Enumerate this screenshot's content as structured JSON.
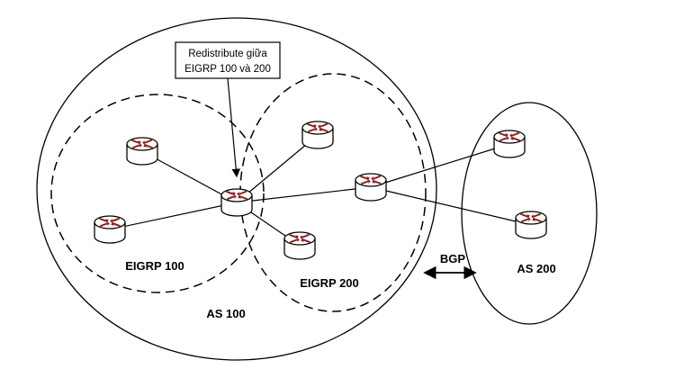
{
  "callout": {
    "line1": "Redistribute giữa",
    "line2": "EIGRP 100 và 200"
  },
  "labels": {
    "eigrp100": "EIGRP 100",
    "eigrp200": "EIGRP 200",
    "as100": "AS 100",
    "as200": "AS 200",
    "bgp": "BGP"
  },
  "routers": [
    {
      "id": "r1",
      "icon": "router-icon"
    },
    {
      "id": "r2",
      "icon": "router-icon"
    },
    {
      "id": "r3",
      "icon": "router-icon"
    },
    {
      "id": "r4",
      "icon": "router-icon"
    },
    {
      "id": "r5",
      "icon": "router-icon"
    },
    {
      "id": "r6",
      "icon": "router-icon"
    },
    {
      "id": "r7",
      "icon": "router-icon"
    },
    {
      "id": "r8",
      "icon": "router-icon"
    }
  ],
  "colors": {
    "router_body": "#ffffff",
    "router_outline": "#000000",
    "router_arrows": "#8b1a1a",
    "lines": "#000000"
  }
}
